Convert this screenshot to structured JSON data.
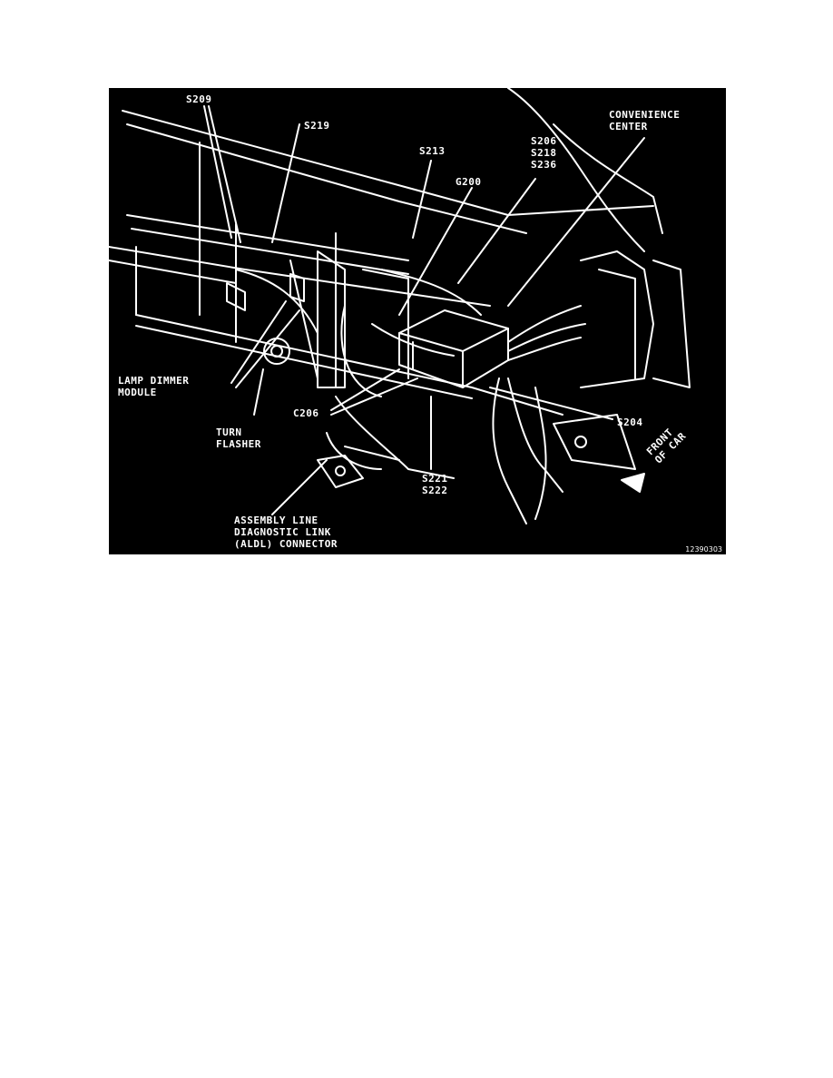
{
  "figure": {
    "number": "12390303",
    "labels": {
      "s209": "S209",
      "s219": "S219",
      "s213": "S213",
      "g200": "G200",
      "s206_group": "S206\nS218\nS236",
      "convenience_center": "CONVENIENCE\nCENTER",
      "lamp_dimmer_module": "LAMP DIMMER\nMODULE",
      "turn_flasher": "TURN\nFLASHER",
      "c206": "C206",
      "s221_group": "S221\nS222",
      "s204": "S204",
      "aldl_connector": "ASSEMBLY LINE\nDIAGNOSTIC LINK\n(ALDL) CONNECTOR",
      "front_of_car": "FRONT\nOF CAR"
    }
  },
  "colors": {
    "background": "#000000",
    "lines": "#ffffff",
    "page": "#ffffff"
  }
}
